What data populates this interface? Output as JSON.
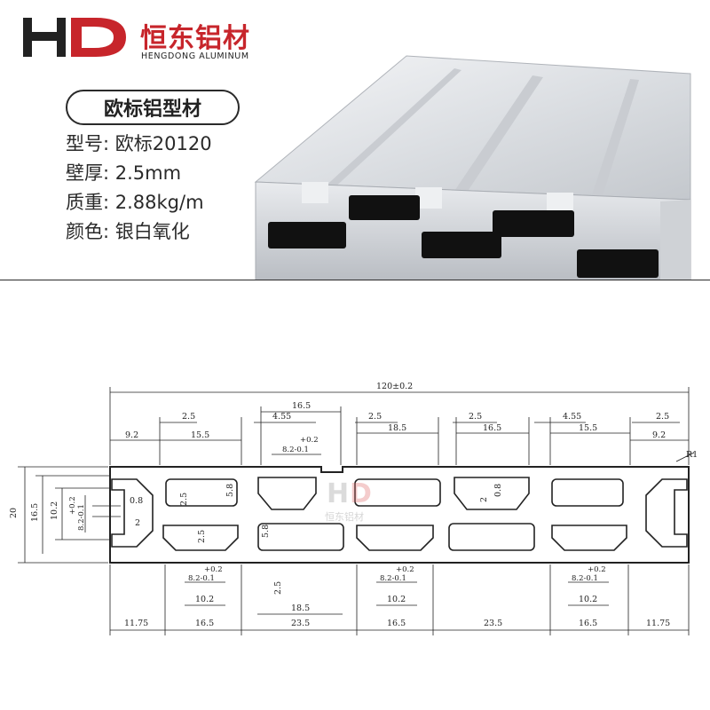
{
  "brand": {
    "mark": "HD",
    "name_cn": "恒东铝材",
    "name_en": "HENGDONG ALUMINUM",
    "color": "#c7252b"
  },
  "title": "欧标铝型材",
  "specs": [
    {
      "label": "型号:",
      "value": "欧标20120"
    },
    {
      "label": "壁厚:",
      "value": "2.5mm"
    },
    {
      "label": "质重:",
      "value": "2.88kg/m"
    },
    {
      "label": "颜色:",
      "value": "银白氧化"
    }
  ],
  "drawing": {
    "overall_width": "120±0.2",
    "top_dims": {
      "d_16_5_center": "16.5",
      "d_2_5_a": "2.5",
      "d_4_55_a": "4.55",
      "d_2_5_b": "2.5",
      "d_2_5_c": "2.5",
      "d_4_55_b": "4.55",
      "d_2_5_d": "2.5",
      "d_9_2_a": "9.2",
      "d_15_5_a": "15.5",
      "d_18_5_top": "18.5",
      "d_16_5_top": "16.5",
      "d_15_5_b": "15.5",
      "d_9_2_b": "9.2",
      "radius": "R1"
    },
    "slot_tol_plus": "+0.2",
    "slot_tol_main": "8.2-0.1",
    "left_dims": {
      "height": "20",
      "d_16_5": "16.5",
      "d_10_2": "10.2",
      "d_0_8": "0.8",
      "d_2": "2"
    },
    "inner_dims": {
      "d_2_5_v1": "2.5",
      "d_5_8_v1": "5.8",
      "d_2_5_v2": "2.5",
      "d_5_8_v2": "5.8",
      "d_2_v": "2",
      "d_0_8_v": "0.8",
      "d_2_5_v3": "2.5"
    },
    "bottom_inner": {
      "d_10_2_a": "10.2",
      "d_18_5": "18.5",
      "d_10_2_b": "10.2",
      "d_10_2_c": "10.2"
    },
    "bottom_row": [
      "11.75",
      "16.5",
      "23.5",
      "16.5",
      "23.5",
      "16.5",
      "11.75"
    ],
    "watermark": "恒东铝材"
  }
}
